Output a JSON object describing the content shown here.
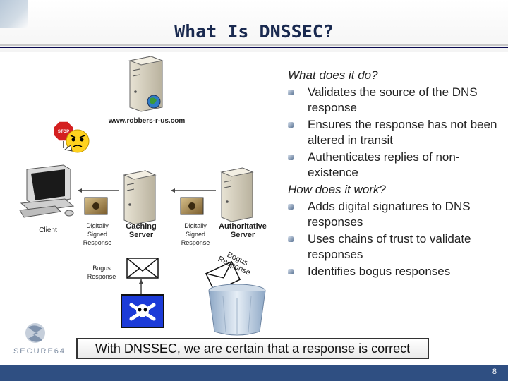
{
  "title": "What Is DNSSEC?",
  "diagram": {
    "attacker_url": "www.robbers-r-us.com",
    "stop_sign": "STOP",
    "client": "Client",
    "caching_server": "Caching\nServer",
    "authoritative_server": "Authoritative\nServer",
    "signed_left": "Digitally\nSigned\nResponse",
    "signed_right": "Digitally\nSigned\nResponse",
    "bogus_left": "Bogus\nResponse",
    "bogus_right": "Bogus\nResponse"
  },
  "right_text": {
    "q1": "What does it do?",
    "q1_items": [
      "Validates the source of the DNS response",
      "Ensures the response has not been altered in transit",
      "Authenticates replies of non-existence"
    ],
    "q2": "How does it work?",
    "q2_items": [
      "Adds digital signatures to DNS responses",
      "Uses chains of trust to validate responses",
      "Identifies bogus responses"
    ]
  },
  "banner": "With DNSSEC, we are certain that a response is correct",
  "logo_text": "SECURE64",
  "page_number": "8"
}
